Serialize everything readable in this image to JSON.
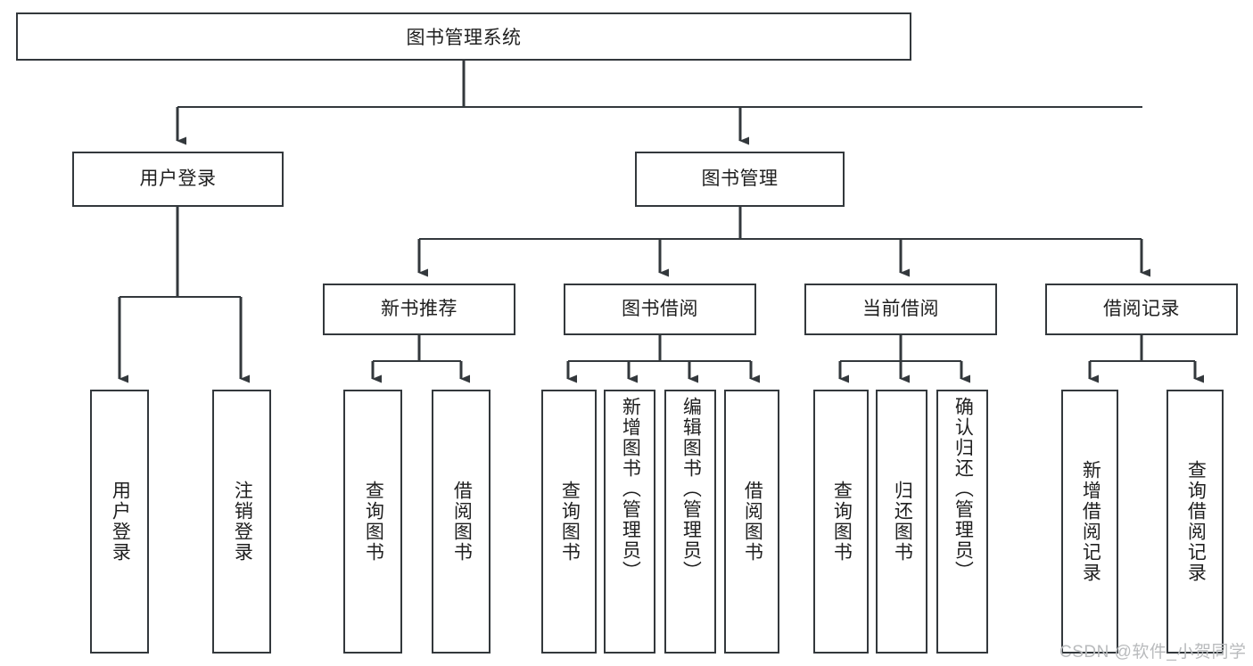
{
  "diagram": {
    "type": "tree",
    "title": "图书管理系统",
    "watermark": "CSDN @软件_小贺同学",
    "colors": {
      "box_border": "#33383c",
      "connector": "#33383c",
      "background": "#ffffff",
      "text": "#1f1f1f",
      "watermark": "#b9bbbd"
    },
    "levels": {
      "root": {
        "label": "图书管理系统"
      },
      "level2": [
        {
          "label": "用户登录"
        },
        {
          "label": "图书管理"
        }
      ],
      "level3": [
        {
          "label": "新书推荐"
        },
        {
          "label": "图书借阅"
        },
        {
          "label": "当前借阅"
        },
        {
          "label": "借阅记录"
        }
      ],
      "leaves": {
        "user_login": [
          {
            "label": "用户登录"
          },
          {
            "label": "注销登录"
          }
        ],
        "new_book_recommend": [
          {
            "label": "查询图书"
          },
          {
            "label": "借阅图书"
          }
        ],
        "book_borrow": [
          {
            "label": "查询图书"
          },
          {
            "label": "新增图书（管理员）"
          },
          {
            "label": "编辑图书（管理员）"
          },
          {
            "label": "借阅图书"
          }
        ],
        "current_borrow": [
          {
            "label": "查询图书"
          },
          {
            "label": "归还图书"
          },
          {
            "label": "确认归还（管理员）"
          }
        ],
        "borrow_record": [
          {
            "label": "新增借阅记录"
          },
          {
            "label": "查询借阅记录"
          }
        ]
      }
    }
  }
}
